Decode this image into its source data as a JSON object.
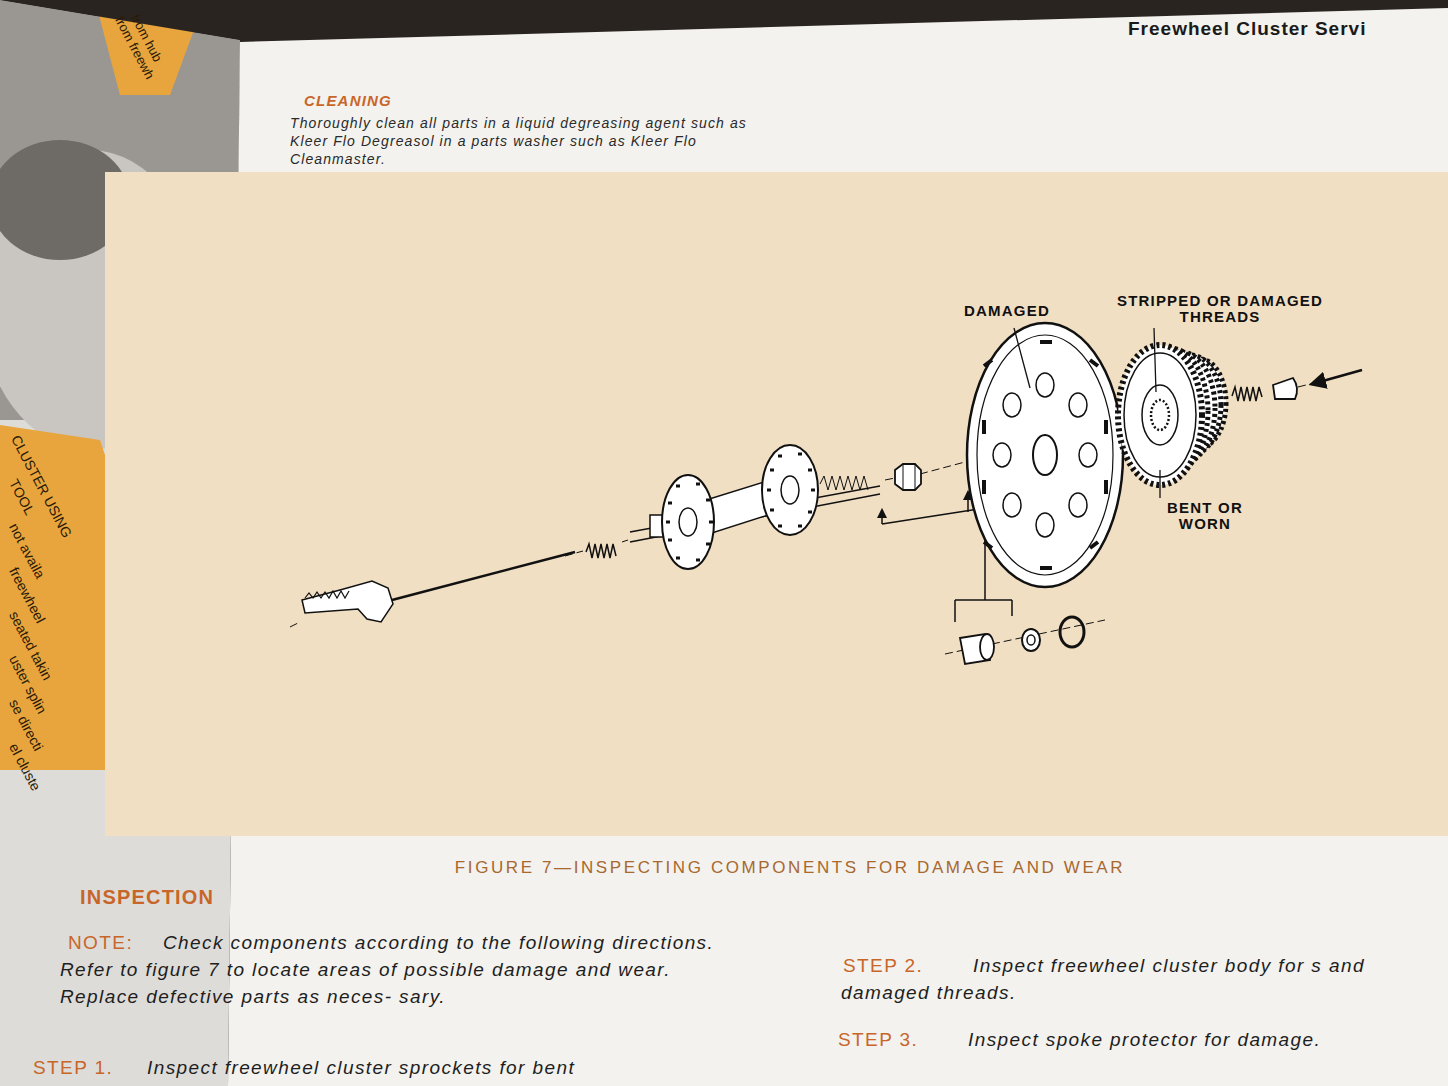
{
  "diagram": {
    "title": "Freewheel Cluster Servi",
    "caption": "FIGURE 7—INSPECTING COMPONENTS FOR DAMAGE AND WEAR",
    "labels": [
      "CLEANING",
      "Thoroughly clean all parts in a liquid degreasing agent such as Kleer Flo Degreasol in a parts washer such as Kleer Flo Cleanmaster.",
      "DAMAGED",
      "STRIPPED OR DAMAGED THREADS",
      "BENT OR WORN",
      "INSPECTION",
      "NOTE:",
      "Check components according to the following directions. Refer to figure 7 to locate areas of possible damage and wear. Replace defective parts as neces- sary.",
      "STEP 1.",
      "Inspect freewheel cluster sprockets for bent",
      "STEP 2.",
      "Inspect freewheel cluster body for s and damaged threads.",
      "STEP 3.",
      "Inspect spoke protector for damage.",
      "CLUSTER USING",
      "TOOL",
      "not availa",
      "freewheel",
      "seated takin",
      "uster splin",
      "se directi",
      "el cluste",
      "from freewh",
      "from hub"
    ]
  }
}
